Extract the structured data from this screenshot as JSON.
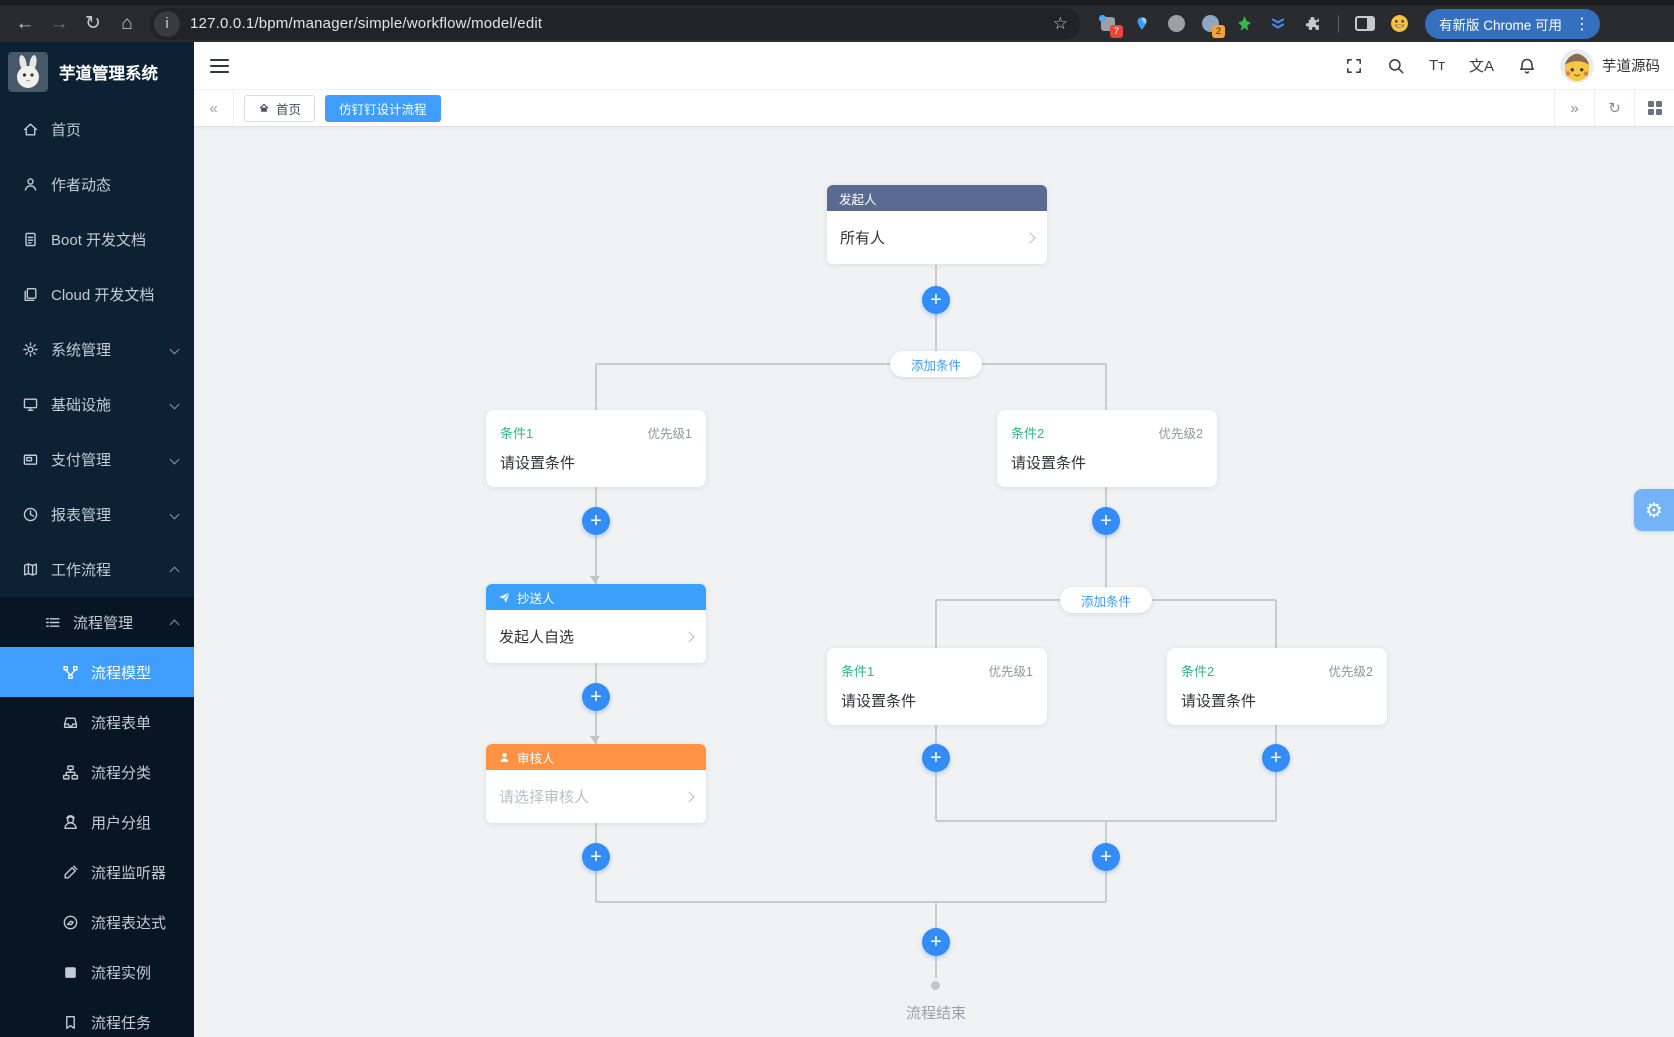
{
  "browser": {
    "url": "127.0.0.1/bpm/manager/simple/workflow/model/edit",
    "update_button_label": "有新版 Chrome 可用",
    "extension_badge_1": "7",
    "extension_badge_2": "2"
  },
  "icons": {
    "back": "←",
    "forward": "→",
    "refresh": "↻",
    "home": "⌂",
    "info": "i",
    "star": "☆",
    "menu_dots": "⋮",
    "collapse_left": "«",
    "expand_right": "»",
    "gear": "⚙",
    "plus": "+"
  },
  "sidebar": {
    "logo_title": "芋道管理系统",
    "menu": [
      {
        "label": "首页"
      },
      {
        "label": "作者动态"
      },
      {
        "label": "Boot 开发文档"
      },
      {
        "label": "Cloud 开发文档"
      },
      {
        "label": "系统管理"
      },
      {
        "label": "基础设施"
      },
      {
        "label": "支付管理"
      },
      {
        "label": "报表管理"
      },
      {
        "label": "工作流程"
      }
    ],
    "process_group_label": "流程管理",
    "process_items": [
      {
        "label": "流程模型"
      },
      {
        "label": "流程表单"
      },
      {
        "label": "流程分类"
      },
      {
        "label": "用户分组"
      },
      {
        "label": "流程监听器"
      },
      {
        "label": "流程表达式"
      },
      {
        "label": "流程实例"
      },
      {
        "label": "流程任务"
      }
    ]
  },
  "header": {
    "user_name": "芋道源码",
    "font_size_icon_label": "Tт",
    "language_icon_label": "文A"
  },
  "tabs": {
    "home_label": "首页",
    "active_label": "仿钉钉设计流程"
  },
  "flow": {
    "start": {
      "title": "发起人",
      "value": "所有人"
    },
    "add_condition_label": "添加条件",
    "conditions": [
      {
        "name": "条件1",
        "priority": "优先级1",
        "value": "请设置条件"
      },
      {
        "name": "条件2",
        "priority": "优先级2",
        "value": "请设置条件"
      },
      {
        "name": "条件1",
        "priority": "优先级1",
        "value": "请设置条件"
      },
      {
        "name": "条件2",
        "priority": "优先级2",
        "value": "请设置条件"
      }
    ],
    "cc": {
      "title": "抄送人",
      "value": "发起人自选"
    },
    "approver": {
      "title": "审核人",
      "placeholder": "请选择审核人"
    },
    "end_label": "流程结束"
  },
  "colors": {
    "accent": "#409eff",
    "start_header": "#5a6b92",
    "cc_header": "#3aa0fa",
    "approver_header": "#ff9243",
    "condition_green": "#32b582"
  }
}
